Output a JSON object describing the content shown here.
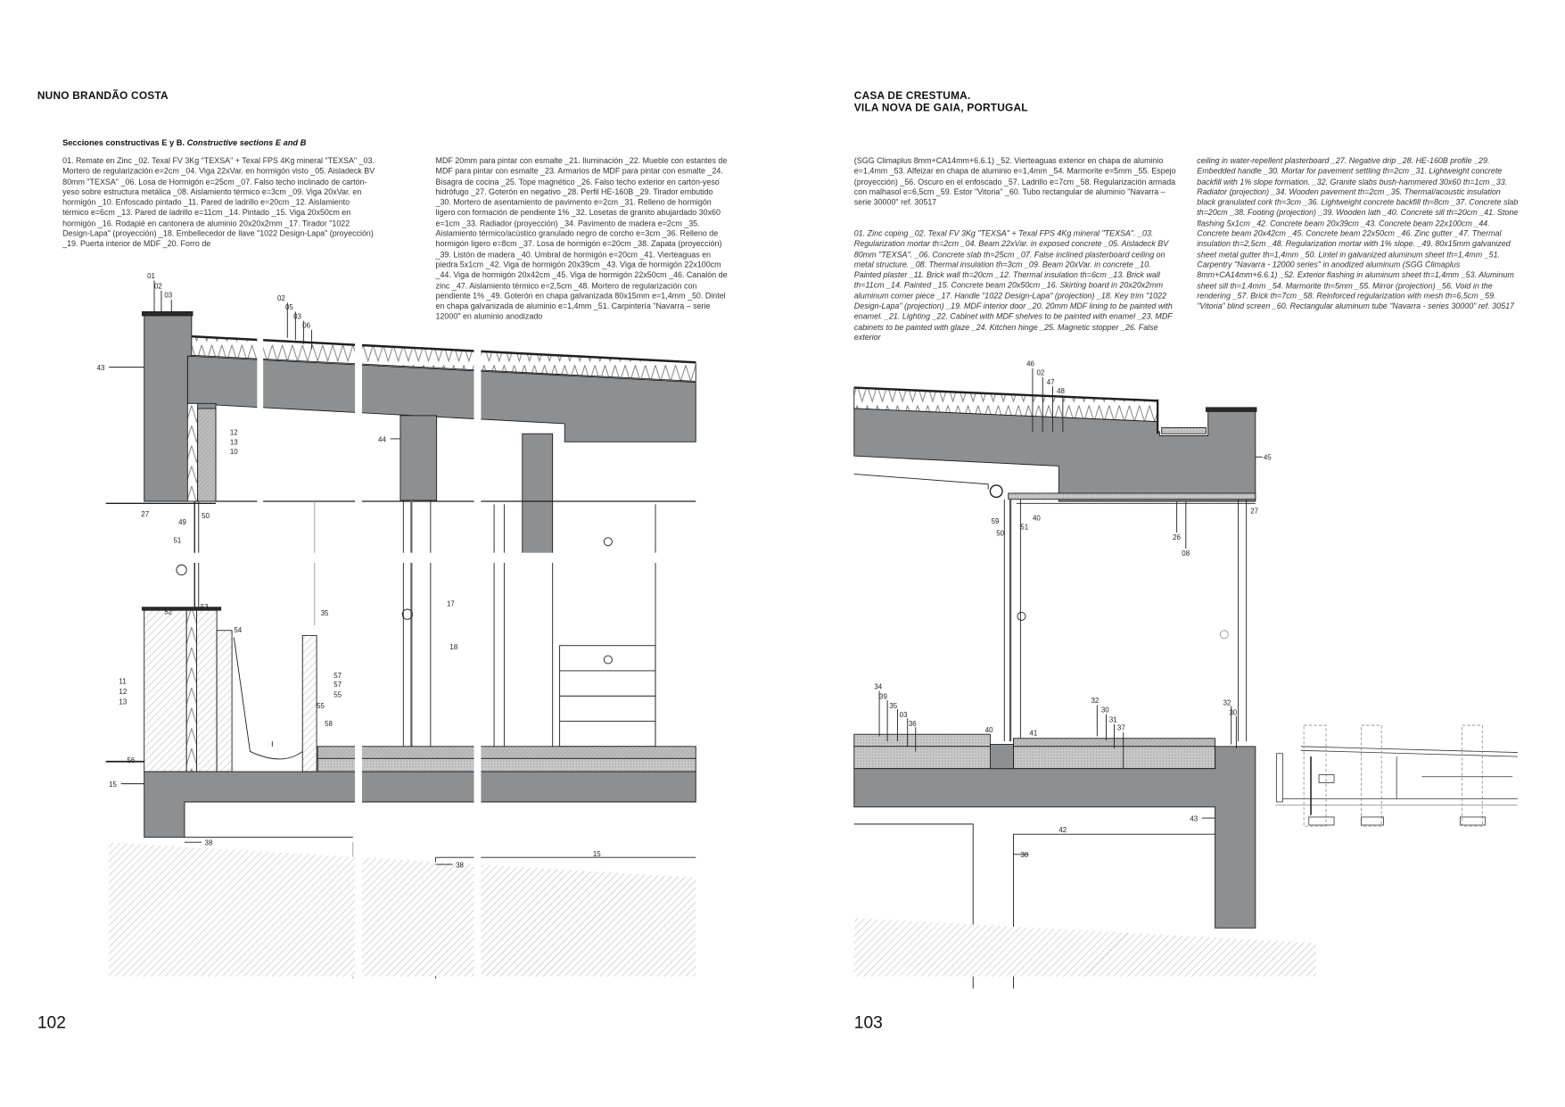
{
  "header": {
    "left_title": "NUNO BRANDÃO COSTA",
    "right_title_line1": "CASA DE CRESTUMA.",
    "right_title_line2": "VILA NOVA DE GAIA, PORTUGAL"
  },
  "left_page": {
    "section_heading_es": "Secciones constructivas E y B.",
    "section_heading_en": "Constructive sections E and B",
    "legend_col1": "01. Remate en Zinc _02. Texal FV 3Kg \"TEXSA\" + Texal FPS 4Kg mineral \"TEXSA\" _03. Mortero de regularización e=2cm _04. Viga 22xVar. en hormigón visto _05. Aisladeck BV 80mm \"TEXSA\" _06. Losa de Hormigón e=25cm _07. Falso techo inclinado de cartón-yeso sobre estructura metálica _08. Aislamiento térmico e=3cm _09. Viga 20xVar. en hormigón _10. Enfoscado pintado _11. Pared de ladrillo e=20cm _12. Aislamiento térmico e=6cm _13. Pared de ladrillo e=11cm _14. Pintado _15. Viga 20x50cm en hormigón _16. Rodapié en cantonera de aluminio 20x20x2mm _17. Tirador \"1022 Design-Lapa\" (proyección) _18. Embellecedor de llave \"1022 Design-Lapa\" (proyección) _19. Puerta interior de MDF _20. Forro de",
    "legend_col2": "MDF 20mm para pintar con esmalte _21. Iluminación _22. Mueble con estantes de MDF para pintar con esmalte _23. Armarios de MDF para pintar con esmalte _24. Bisagra de cocina _25. Tope magnético _26. Falso techo exterior en cartón-yeso hidrófugo _27. Goterón en negativo _28. Perfil HE-160B _29. Tirador embutido _30. Mortero de asentamiento de pavimento e=2cm _31. Relleno de hormigón ligero con formación de pendiente 1% _32. Losetas de granito abujardado 30x60 e=1cm _33. Radiador (proyección) _34. Pavimento de madera e=2cm _35. Aislamiento térmico/acústico granulado negro de corcho e=3cm _36. Relleno de hormigón ligero e=8cm _37. Losa de hormigón e=20cm _38. Zapata (proyección) _39. Listón de madera _40. Umbral de hormigón e=20cm _41. Vierteaguas en piedra 5x1cm _42. Viga de hormigón 20x39cm _43. Viga de hormigón 22x100cm _44. Viga de hormigón 20x42cm _45. Viga de hormigón 22x50cm _46. Canalón de zinc _47. Aislamiento térmico e=2,5cm _48. Mortero de regularización con pendiente 1% _49. Goterón en chapa galvanizada 80x15mm e=1,4mm _50. Dintel en chapa galvanizada de aluminio e=1,4mm _51. Carpintería \"Navarra – serie 12000\" en aluminio anodizado",
    "page_number": "102",
    "drawing_labels": [
      "01",
      "02",
      "03",
      "43",
      "02",
      "05",
      "03",
      "06",
      "12",
      "13",
      "10",
      "44",
      "27",
      "49",
      "50",
      "51",
      "52",
      "53",
      "54",
      "35",
      "11",
      "12",
      "13",
      "57",
      "57",
      "55",
      "55",
      "58",
      "56",
      "15",
      "38",
      "38",
      "15",
      "17",
      "18"
    ]
  },
  "right_page": {
    "legend_es_cont": "(SGG Climaplus 8mm+CA14mm+6.6.1) _52. Vierteaguas exterior en chapa de aluminio e=1,4mm _53. Alfeizar en chapa de aluminio e=1,4mm _54. Marmorite e=5mm _55. Espejo (proyección) _56. Oscuro en el enfoscado _57. Ladrillo e=7cm _58. Regularización armada con malhasol e=6,5cm _59. Estor \"Vitoria\" _60. Tubo rectangular de aluminio \"Navarra – serie 30000\" ref. 30517",
    "legend_en_col1": "01. Zinc coping _02. Texal FV 3Kg \"TEXSA\" + Texal FPS 4Kg mineral \"TEXSA\". _03. Regularization mortar th=2cm _04. Beam 22xVar. in exposed concrete _05. Aisladeck BV 80mm \"TEXSA\". _06. Concrete slab th=25cm _07. False inclined plasterboard ceiling on metal structure. _08. Thermal insulation th=3cm _09. Beam 20xVar. in concrete _10. Painted plaster _11. Brick wall th=20cm _12. Thermal insulation th=6cm _13. Brick wall th=11cm _14. Painted _15. Concrete beam 20x50cm _16. Skirting board in 20x20x2mm aluminum corner piece _17. Handle \"1022 Design-Lapa\" (projection) _18. Key trim \"1022 Design-Lapa\" (projection) _19. MDF interior door _20. 20mm MDF lining to be painted with enamel. _21. Lighting _22. Cabinet with MDF shelves to be painted with enamel _23. MDF cabinets to be painted with glaze _24. Kitchen hinge _25. Magnetic stopper _26. False exterior",
    "legend_en_col2": "ceiling in water-repellent plasterboard _27. Negative drip _28. HE-160B profile _29. Embedded handle _30. Mortar for pavement settling th=2cm _31. Lightweight concrete backfill with 1% slope formation. _32. Granite slabs bush-hammered 30x60 th=1cm _33. Radiator (projection) _34. Wooden pavement th=2cm _35. Thermal/acoustic insulation black granulated cork th=3cm _36. Lightweight concrete backfill th=8cm _37. Concrete slab th=20cm _38. Footing (projection) _39. Wooden lath _40. Concrete sill th=20cm _41. Stone flashing 5x1cm _42. Concrete beam 20x39cm _43. Concrete beam 22x100cm _44. Concrete beam 20x42cm _45. Concrete beam 22x50cm _46. Zinc gutter _47. Thermal insulation th=2,5cm _48. Regularization mortar with 1% slope. _49. 80x15mm galvanized sheet metal gutter th=1,4mm _50. Lintel in galvanized aluminum sheet th=1,4mm _51. Carpentry \"Navarra - 12000 series\" in anodized aluminum (SGG Climaplus 8mm+CA14mm+6.6.1) _52. Exterior flashing in aluminum sheet th=1,4mm _53. Aluminum sheet sill th=1.4mm _54. Marmorite th=5mm _55. Mirror (projection) _56. Void in the rendering _57. Brick th=7cm _58. Reinforced regularization with mesh th=6,5cm _59. \"Vitoria\" blind screen _60. Rectangular aluminum tube \"Navarra - series 30000\" ref. 30517",
    "page_number": "103",
    "drawing_labels": [
      "46",
      "02",
      "47",
      "48",
      "45",
      "59",
      "50",
      "51",
      "40",
      "26",
      "08",
      "27",
      "34",
      "39",
      "35",
      "03",
      "36",
      "40",
      "41",
      "32",
      "30",
      "31",
      "37",
      "32",
      "30",
      "43",
      "42",
      "38"
    ]
  },
  "colors": {
    "concrete": "#8e8f91",
    "line": "#1e1e1e",
    "hatch": "#9a9a9a"
  }
}
